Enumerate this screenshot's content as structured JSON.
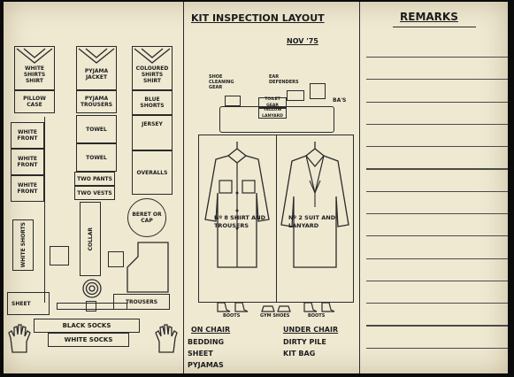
{
  "layout": {
    "title": "KIT INSPECTION LAYOUT",
    "date": "NOV '75"
  },
  "remarks": {
    "title": "REMARKS",
    "line_count": 14
  },
  "left": {
    "shirts": [
      "WHITE SHIRTS SHIRT",
      "PYJAMA JACKET",
      "COLOURED SHIRTS SHIRT"
    ],
    "col1": [
      "PILLOW CASE",
      "WHITE FRONT",
      "WHITE FRONT",
      "WHITE FRONT"
    ],
    "col2": [
      "PYJAMA TROUSERS",
      "TOWEL",
      "TOWEL",
      "TWO PANTS",
      "TWO VESTS"
    ],
    "col3": [
      "BLUE SHORTS",
      "JERSEY",
      "OVERALLS"
    ],
    "collar": "COLLAR",
    "white_shorts": "WHITE SHORTS",
    "beret": "BERET OR CAP",
    "sheet": "SHEET",
    "trousers": "TROUSERS",
    "black_socks": "BLACK SOCKS",
    "white_socks": "WHITE SOCKS"
  },
  "middle": {
    "shoe_cleaning_gear": "SHOE CLEANING GEAR",
    "ear_defenders": "EAR DEFENDERS",
    "ba_s": "BA'S",
    "toilet_gear": "TOILET GEAR",
    "yellow_lanyard": "YELLOW LANYARD",
    "hanger_left": "Nº 8 SHIRT AND TROUSERS",
    "hanger_right": "Nº 2 SUIT AND LANYARD",
    "boots": "BOOTS",
    "gym_shoes": "GYM SHOES",
    "on_chair_title": "ON CHAIR",
    "on_chair_items": [
      "BEDDING",
      "SHEET",
      "PYJAMAS"
    ],
    "under_chair_title": "UNDER CHAIR",
    "under_chair_items": [
      "DIRTY PILE",
      "KIT BAG"
    ]
  }
}
